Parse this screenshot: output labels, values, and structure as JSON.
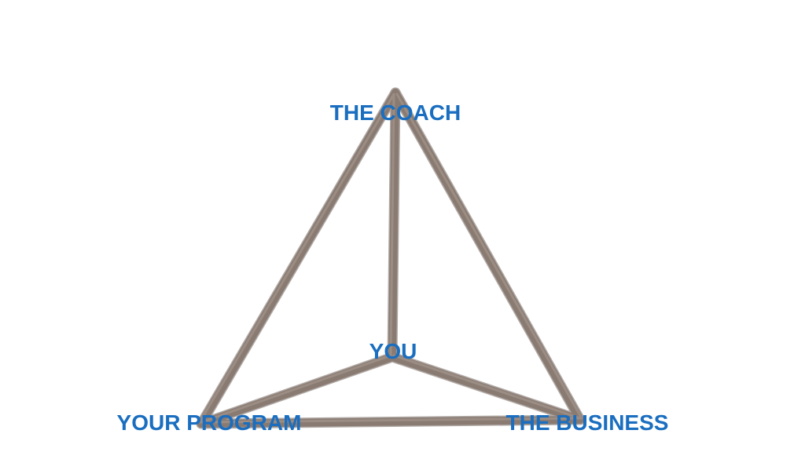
{
  "diagram": {
    "nodes": {
      "coach": "THE COACH",
      "you": "YOU",
      "program": "YOUR PROGRAM",
      "business": "THE BUSINESS"
    },
    "colors": {
      "label": "#1a6ec0",
      "frame": "#8a7b72",
      "frame_shadow": "#6e625b"
    }
  }
}
